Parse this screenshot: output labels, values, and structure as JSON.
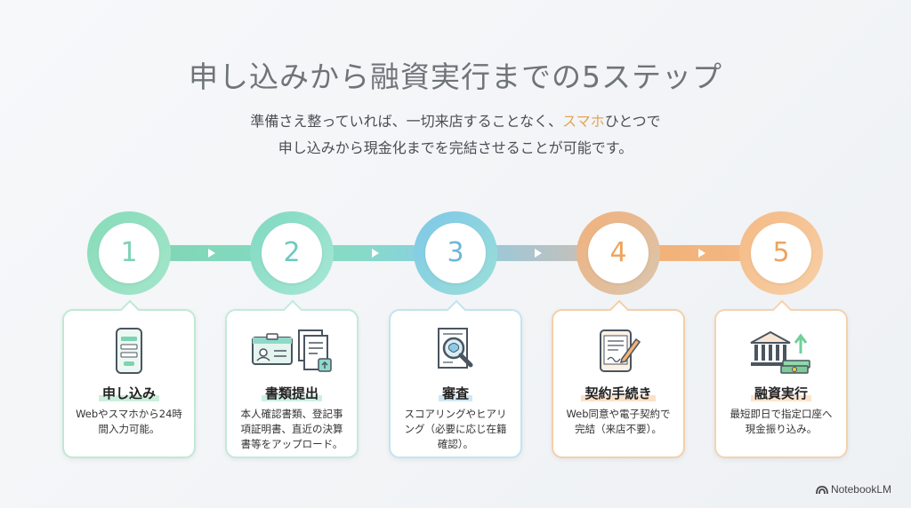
{
  "title": "申し込みから融資実行までの5ステップ",
  "subtitle": {
    "line1_before": "準備さえ整っていれば、一切来店することなく、",
    "line1_highlight": "スマホ",
    "line1_after": "ひとつで",
    "line2": "申し込みから現金化までを完結させることが可能です。"
  },
  "steps": [
    {
      "number": "1",
      "title": "申し込み",
      "desc": "Webやスマホから24時間入力可能。",
      "color": "#7dd3b4",
      "icon": "smartphone-form-icon"
    },
    {
      "number": "2",
      "title": "書類提出",
      "desc": "本人確認書類、登記事項証明書、直近の決算書等をアップロード。",
      "color": "#8fd9c8",
      "icon": "id-card-documents-icon"
    },
    {
      "number": "3",
      "title": "審査",
      "desc": "スコアリングやヒアリング（必要に応じ在籍確認）。",
      "color": "#8ccbe6",
      "icon": "document-review-icon"
    },
    {
      "number": "4",
      "title": "契約手続き",
      "desc": "Web同意や電子契約で完結（来店不要）。",
      "color": "#f2b278",
      "icon": "e-contract-icon"
    },
    {
      "number": "5",
      "title": "融資実行",
      "desc": "最短即日で指定口座へ現金振り込み。",
      "color": "#f4b887",
      "icon": "bank-money-icon"
    }
  ],
  "colors": {
    "highlight": "#e0a55a",
    "num_green": "#7dd3b4",
    "num_teal": "#6fc9c0",
    "num_blue": "#6bb7d6",
    "num_orange": "#eea45e"
  },
  "logo": "NotebookLM"
}
